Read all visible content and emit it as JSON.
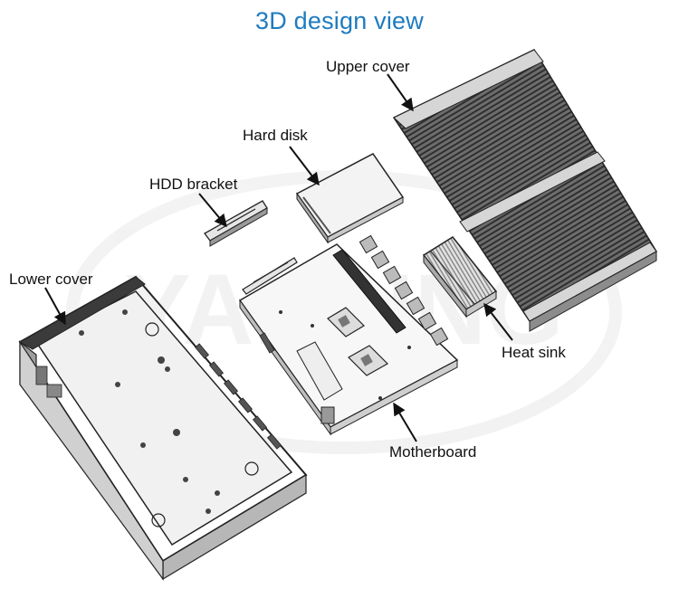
{
  "title": "3D design view",
  "watermark": "YANLING",
  "labels": {
    "upper_cover": "Upper cover",
    "hard_disk": "Hard disk",
    "hdd_bracket": "HDD bracket",
    "lower_cover": "Lower cover",
    "heat_sink": "Heat sink",
    "motherboard": "Motherboard"
  },
  "colors": {
    "title": "#1e7bbf",
    "label": "#111111",
    "metal_dark": "#4a4a4a",
    "metal_light": "#d8d8d8",
    "line": "#222222"
  }
}
